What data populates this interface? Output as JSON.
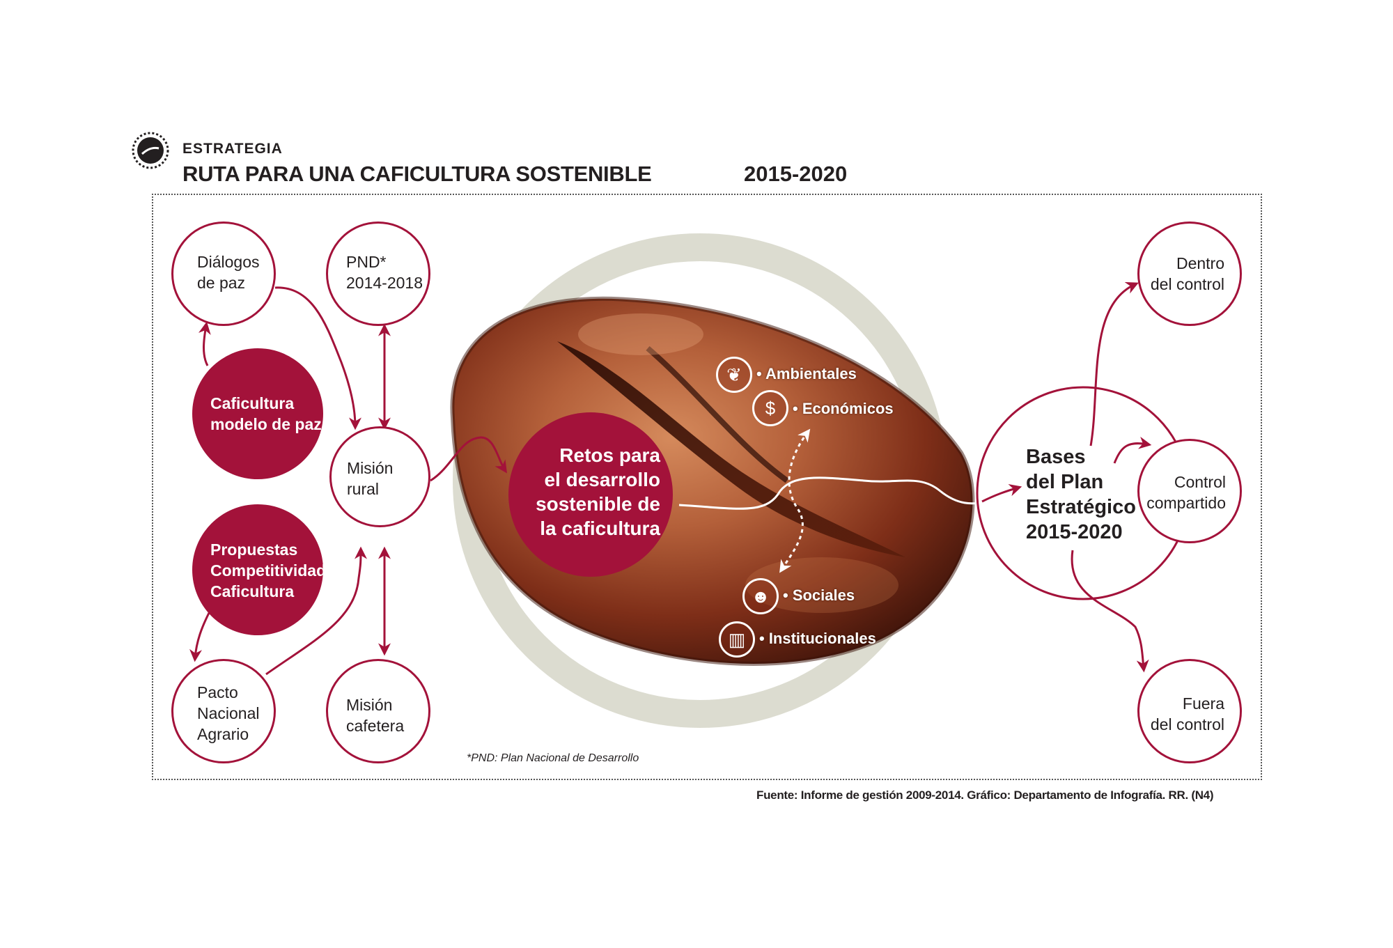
{
  "header": {
    "kicker": "ESTRATEGIA",
    "title": "RUTA PARA UNA CAFICULTURA SOSTENIBLE",
    "years": "2015-2020"
  },
  "left_nodes": {
    "dialogos": "Diálogos\nde paz",
    "pnd": "PND*\n2014-2018",
    "caficultura_paz": "Caficultura\nmodelo de paz",
    "mision_rural": "Misión\nrural",
    "propuestas": "Propuestas\nCompetitividad\nCaficultura",
    "pacto": "Pacto\nNacional\nAgrario",
    "mision_cafetera": "Misión\ncafetera"
  },
  "center": {
    "retos": "Retos para\nel desarrollo\nsostenible de\nla caficultura"
  },
  "dimensions": {
    "ambientales": "• Ambientales",
    "economicos": "• Económicos",
    "sociales": "• Sociales",
    "institucionales": "• Institucionales"
  },
  "right": {
    "bases": "Bases\ndel Plan\nEstratégico\n2015-2020",
    "dentro": "Dentro\ndel control",
    "compartido": "Control\ncompartido",
    "fuera": "Fuera\ndel control"
  },
  "footnote": "*PND: Plan Nacional de Desarrollo",
  "source": "Fuente: Informe de gestión 2009-2014. Gráfico: Departamento de Infografía. RR. (N4)",
  "colors": {
    "accent": "#a3123a",
    "ring": "#dcdcd0",
    "bean": "#8a3a1c"
  },
  "icons": {
    "header": "coffee-bean-icon",
    "ambientales": "leaf-icon",
    "economicos": "money-icon",
    "sociales": "people-icon",
    "institucionales": "institution-icon"
  }
}
